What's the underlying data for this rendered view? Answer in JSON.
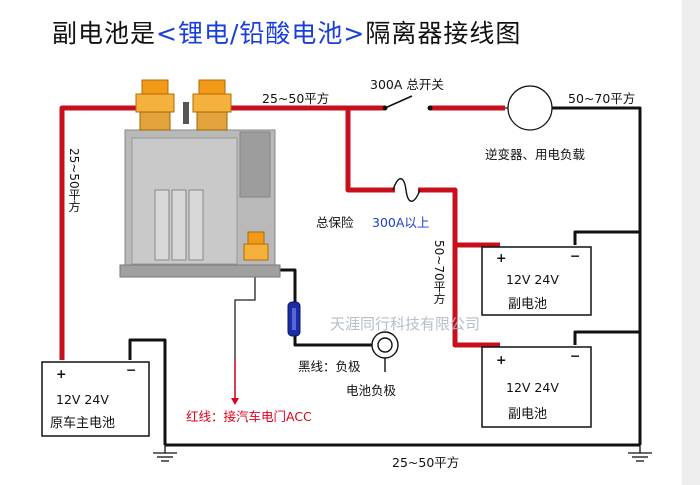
{
  "title": {
    "part1": "副电池是",
    "highlight": "<锂电/铅酸电池>",
    "part2": "隔离器接线图"
  },
  "labels": {
    "wire_top_left": "25~50平方",
    "wire_left_vertical": "25~50平方",
    "main_switch": "300A 总开关",
    "wire_right_top": "50~70平方",
    "load": "逆变器、用电负载",
    "main_fuse": "总保险",
    "fuse_rating": "300A以上",
    "wire_mid_vertical": "50~70平方",
    "black_wire": "黑线：负极",
    "battery_negative": "电池负极",
    "red_wire": "红线：接汽车电门ACC",
    "wire_bottom": "25~50平方",
    "watermark": "天涯同行科技有限公司"
  },
  "batteries": {
    "main": {
      "voltage": "12V 24V",
      "name": "原车主电池",
      "pos": "+",
      "neg": "−"
    },
    "aux1": {
      "voltage": "12V 24V",
      "name": "副电池",
      "pos": "+",
      "neg": "−"
    },
    "aux2": {
      "voltage": "12V 24V",
      "name": "副电池",
      "pos": "+",
      "neg": "−"
    }
  },
  "colors": {
    "red_wire": "#c8101c",
    "black_wire": "#111111",
    "highlight": "#1a3fd6",
    "acc_text": "#e0001b"
  }
}
